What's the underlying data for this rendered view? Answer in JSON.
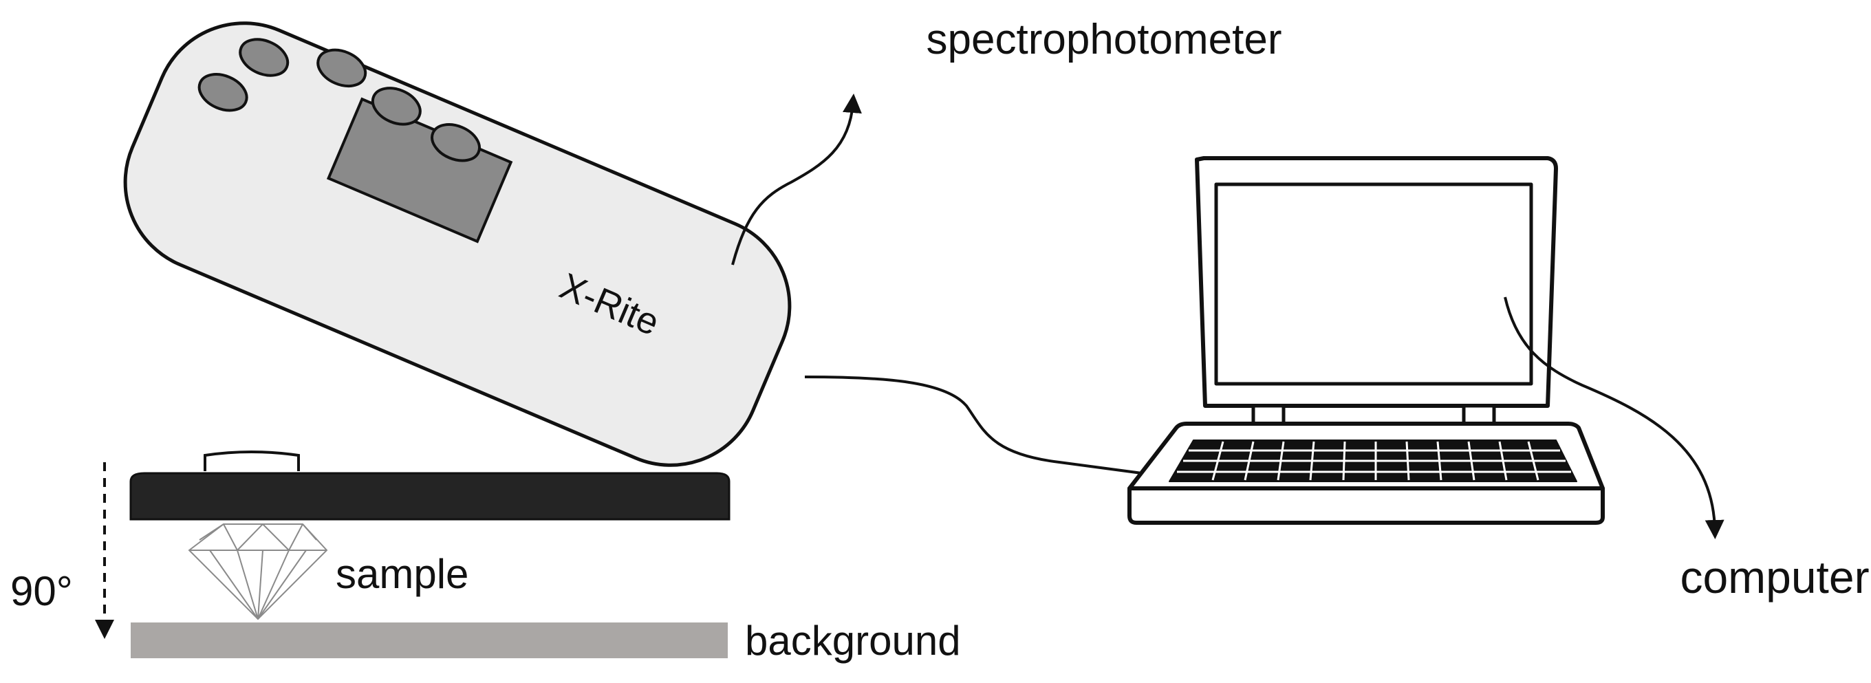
{
  "labels": {
    "spectrophotometer": "spectrophotometer",
    "brand": "X-Rite",
    "computer": "computer",
    "sample": "sample",
    "background": "background",
    "angle": "90°"
  },
  "colors": {
    "device_body": "#ececec",
    "device_buttons": "#8a8a8a",
    "device_display": "#8a8a8a",
    "sample_platform": "#242424",
    "background_plate": "#aaa7a5",
    "outline": "#111111"
  },
  "icons": {
    "spectrophotometer": "handheld-spectrophotometer-icon",
    "computer": "laptop-icon",
    "sample": "diamond-gem-icon"
  }
}
